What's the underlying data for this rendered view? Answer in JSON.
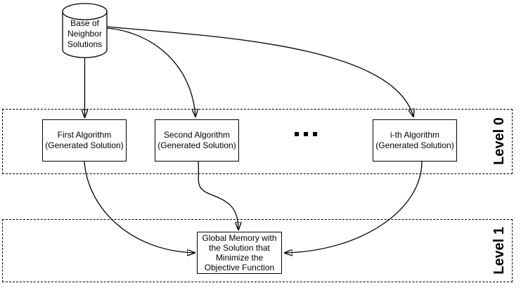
{
  "cylinder": {
    "lines": [
      "Base of",
      "Neighbor",
      "Solutions"
    ]
  },
  "level0": {
    "label": "Level 0",
    "ellipsis": "...",
    "boxes": [
      {
        "lines": [
          "First Algorithm",
          "(Generated Solution)"
        ]
      },
      {
        "lines": [
          "Second Algorithm",
          "(Generated Solution)"
        ]
      },
      {
        "lines": [
          "i-th Algorithm",
          "(Generated Solution)"
        ]
      }
    ]
  },
  "level1": {
    "label": "Level 1",
    "box": {
      "lines": [
        "Global Memory with",
        "the Solution that",
        "Minimize the",
        "Objective Function"
      ]
    }
  },
  "colors": {
    "stroke": "#000000",
    "background": "#ffffff"
  }
}
